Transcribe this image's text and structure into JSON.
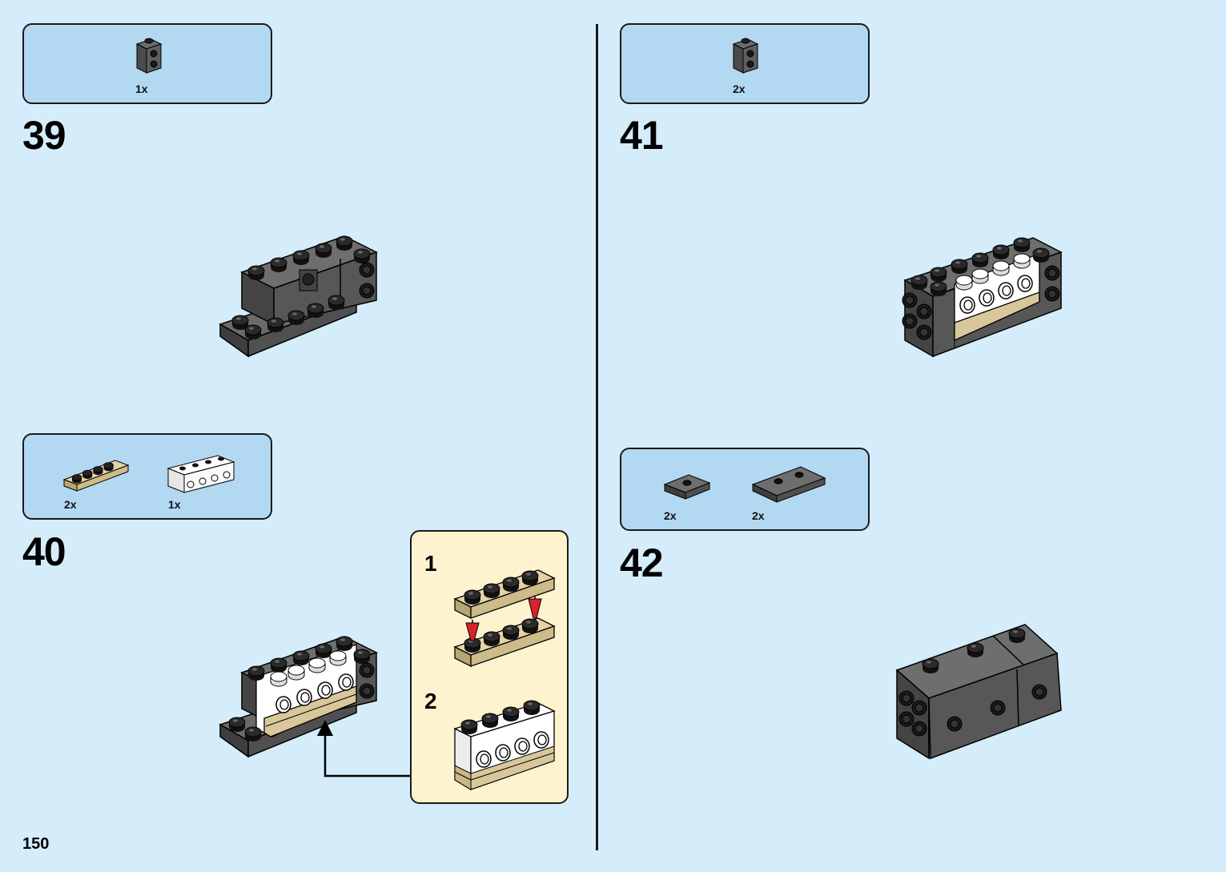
{
  "page_number": "150",
  "steps": [
    {
      "number": "39",
      "parts": [
        {
          "qty": "1x",
          "part": "dark-grey-brick-1x1-studs-on-side"
        }
      ]
    },
    {
      "number": "40",
      "parts": [
        {
          "qty": "2x",
          "part": "tan-plate-1x4"
        },
        {
          "qty": "1x",
          "part": "white-brick-1x4-studs-on-side"
        }
      ],
      "sub_assembly": {
        "steps": [
          "1",
          "2"
        ]
      }
    },
    {
      "number": "41",
      "parts": [
        {
          "qty": "2x",
          "part": "dark-grey-brick-1x1-studs-on-side"
        }
      ]
    },
    {
      "number": "42",
      "parts": [
        {
          "qty": "2x",
          "part": "dark-grey-plate-2x2-jumper"
        },
        {
          "qty": "2x",
          "part": "dark-grey-plate-2x4-2-studs"
        }
      ]
    }
  ],
  "colors": {
    "background": "#d5ecfb",
    "parts_box": "#b2d8f2",
    "sub_box": "#fdf3cf",
    "dark_grey": "#5a5a5a",
    "stud": "#111111",
    "tan": "#d8c79a",
    "white": "#ffffff",
    "arrow_red": "#d8232a"
  }
}
